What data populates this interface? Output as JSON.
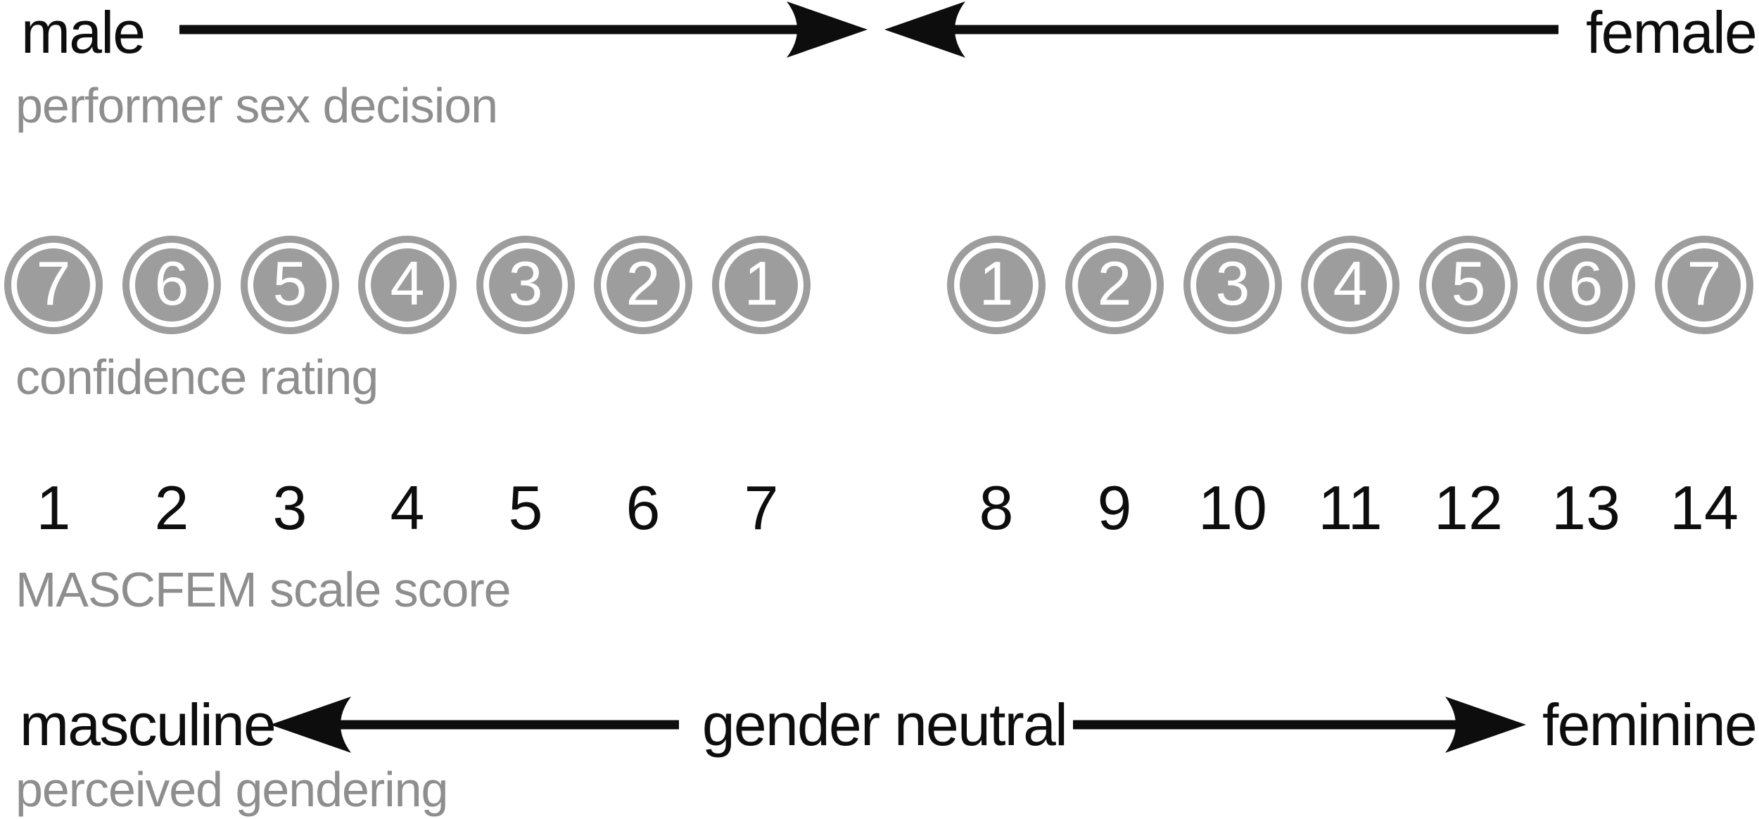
{
  "figure": {
    "performer_sex_decision": {
      "caption": "performer sex decision",
      "left_pole": "male",
      "right_pole": "female"
    },
    "confidence_rating": {
      "caption": "confidence rating",
      "left_circles": [
        "7",
        "6",
        "5",
        "4",
        "3",
        "2",
        "1"
      ],
      "right_circles": [
        "1",
        "2",
        "3",
        "4",
        "5",
        "6",
        "7"
      ]
    },
    "mascfem_scale": {
      "caption": "MASCFEM scale score",
      "left_numbers": [
        "1",
        "2",
        "3",
        "4",
        "5",
        "6",
        "7"
      ],
      "right_numbers": [
        "8",
        "9",
        "10",
        "11",
        "12",
        "13",
        "14"
      ]
    },
    "perceived_gendering": {
      "caption": "perceived gendering",
      "left_pole": "masculine",
      "center_label": "gender neutral",
      "right_pole": "feminine"
    },
    "colors": {
      "text_black": "#0d0d0d",
      "caption_gray": "#8e8e8e",
      "circle_gray": "#9d9d9d",
      "background": "#ffffff"
    }
  }
}
